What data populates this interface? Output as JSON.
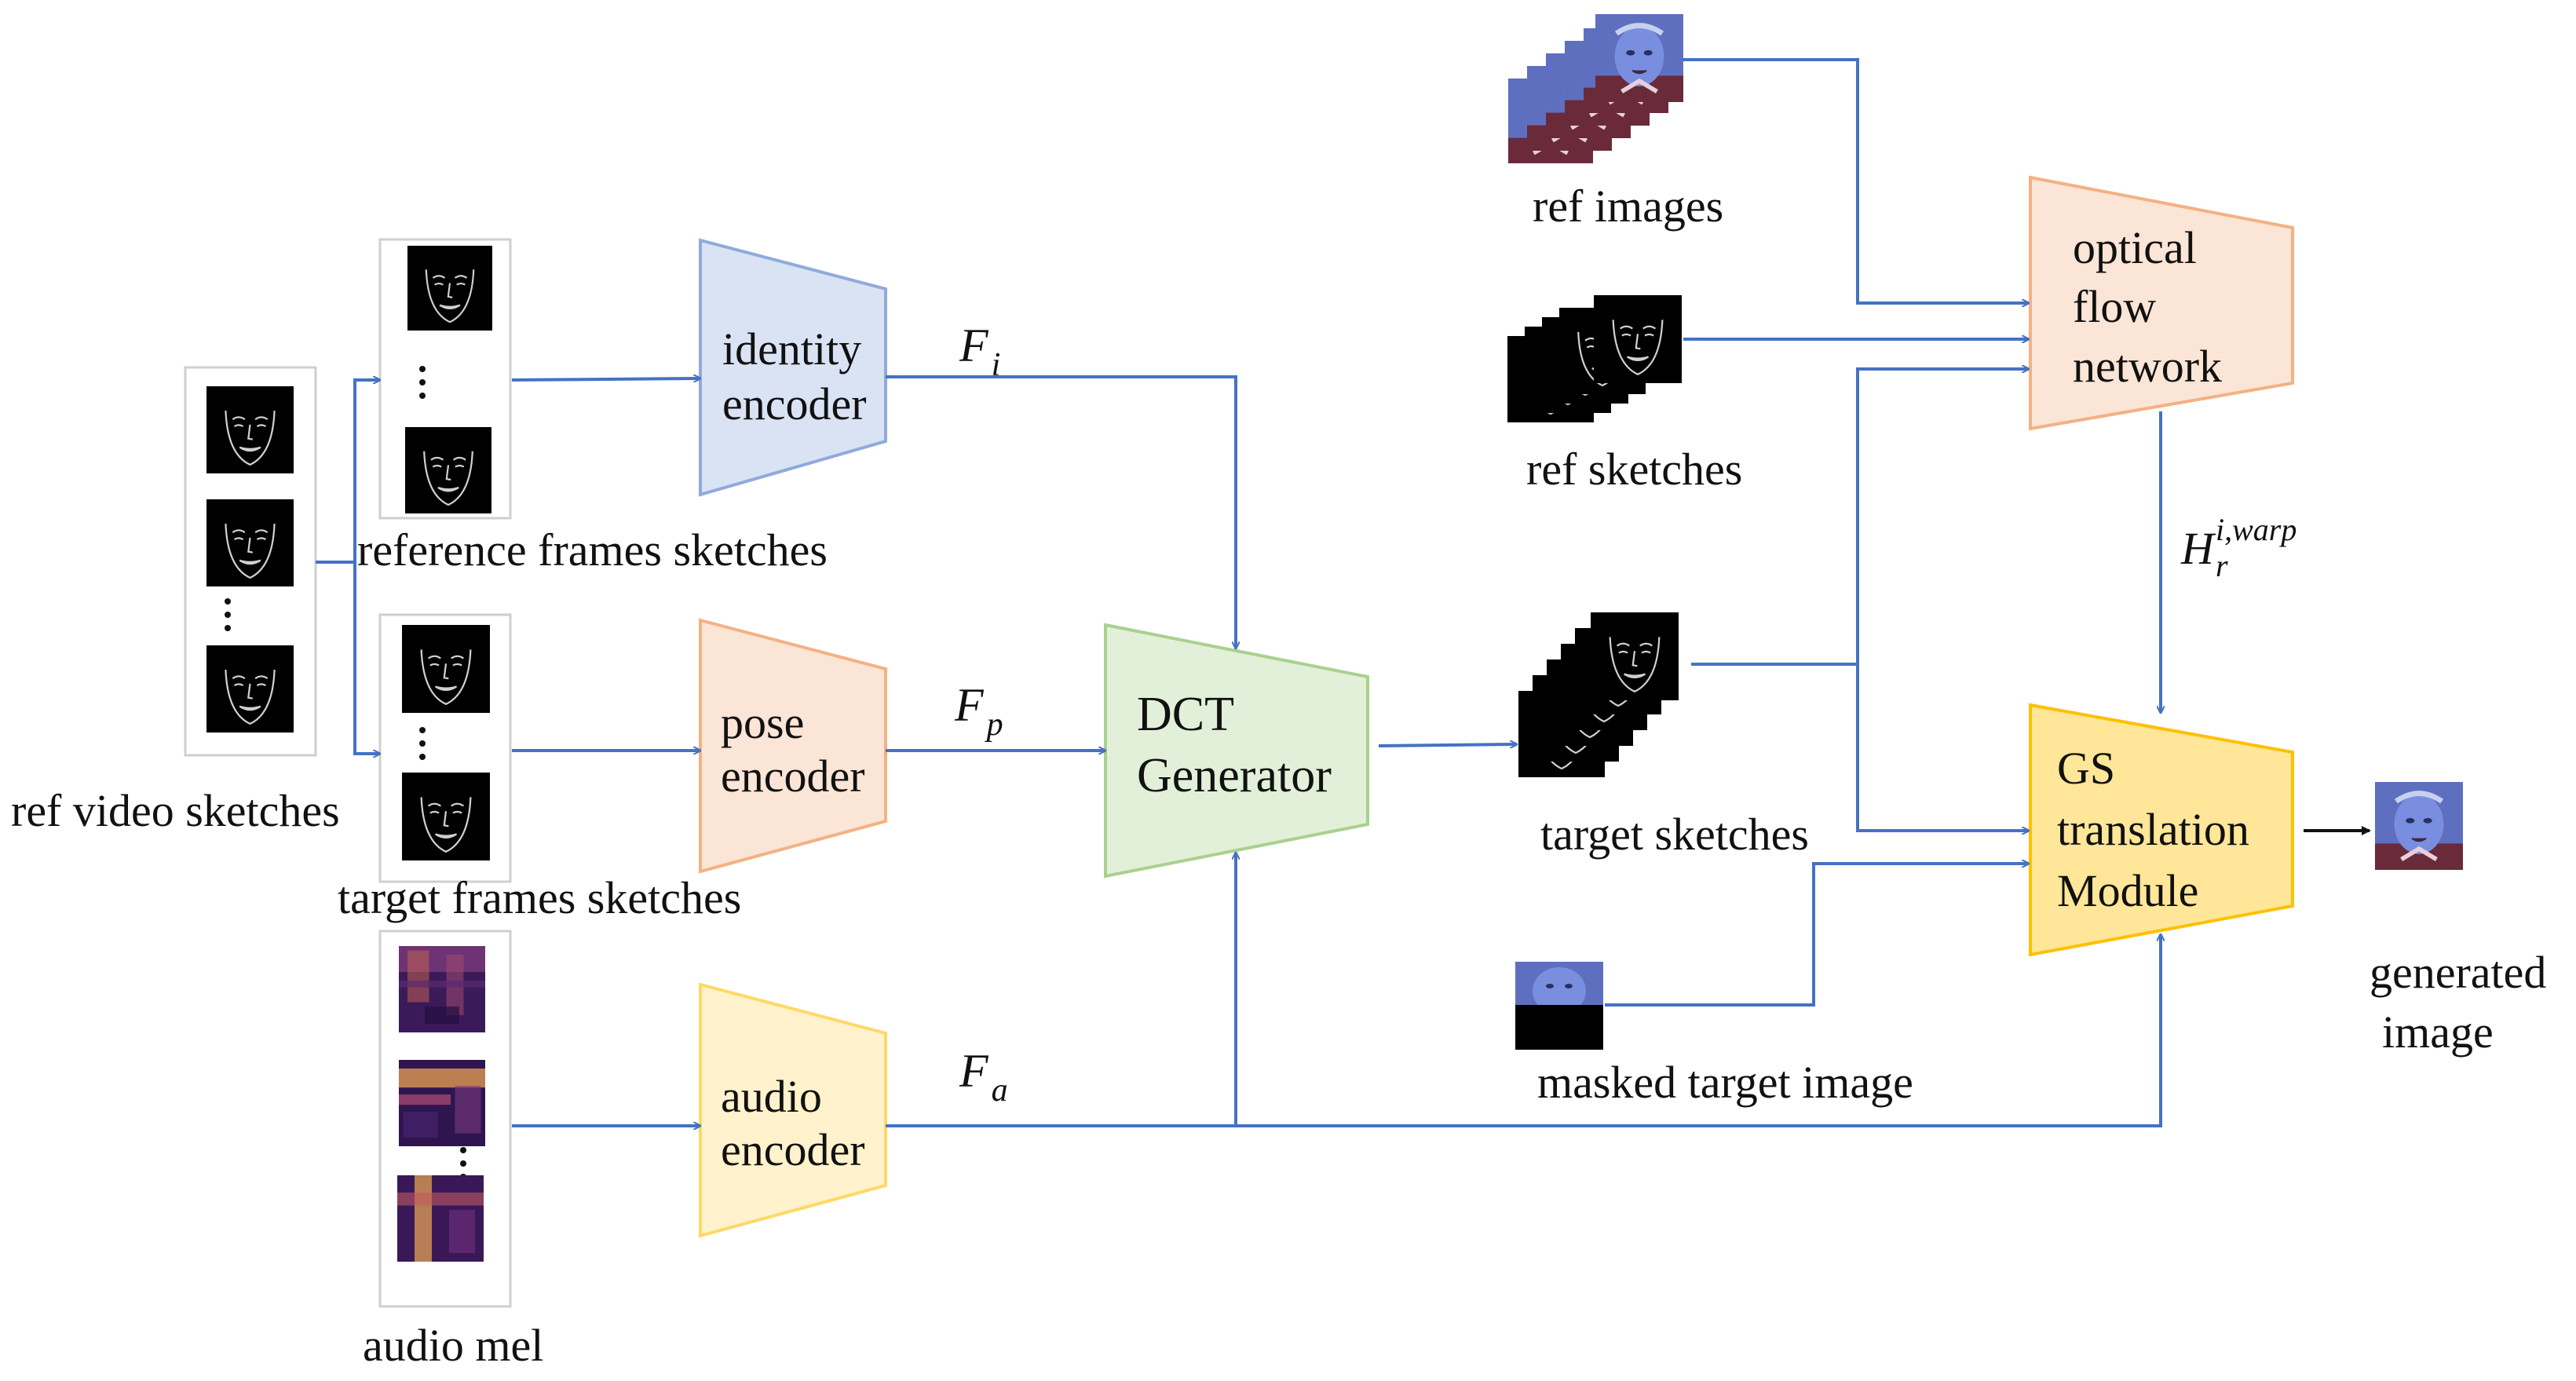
{
  "colors": {
    "arrow": "#4472c4",
    "identity_fill": "#dae3f3",
    "identity_stroke": "#8faadc",
    "pose_fill": "#fbe5d6",
    "pose_stroke": "#f4b183",
    "audio_fill": "#fff2cc",
    "audio_stroke": "#ffd966",
    "dct_fill": "#e2f0d9",
    "dct_stroke": "#a9d18e",
    "flow_fill": "#fbe5d6",
    "flow_stroke": "#f4b183",
    "gs_fill": "#ffe699",
    "gs_stroke": "#ffc000"
  },
  "inputs": {
    "ref_video_sketches": "ref video sketches",
    "reference_frames_sketches": "reference frames sketches",
    "target_frames_sketches": "target frames sketches",
    "audio_mel": "audio mel"
  },
  "encoders": {
    "identity": [
      "identity",
      "encoder"
    ],
    "pose": [
      "pose",
      "encoder"
    ],
    "audio": [
      "audio",
      "encoder"
    ]
  },
  "features": {
    "identity": {
      "base": "F",
      "sub": "i"
    },
    "pose": {
      "base": "F",
      "sub": "p"
    },
    "audio": {
      "base": "F",
      "sub": "a"
    },
    "warp": {
      "base": "H",
      "sub": "r",
      "sup": "i,warp"
    }
  },
  "generator": [
    "DCT",
    "Generator"
  ],
  "right_inputs": {
    "ref_images": "ref images",
    "ref_sketches": "ref sketches",
    "target_sketches": "target sketches",
    "masked_target_image": "masked target image"
  },
  "flow_network": [
    "optical",
    "flow",
    "network"
  ],
  "gs_module": [
    "GS",
    "translation",
    "Module"
  ],
  "output": [
    "generated",
    "image"
  ]
}
